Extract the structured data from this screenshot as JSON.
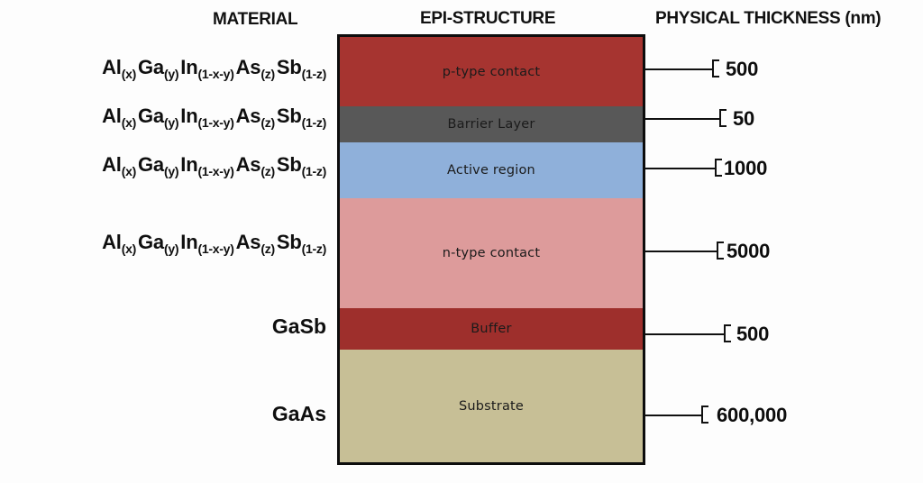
{
  "headers": {
    "material": "MATERIAL",
    "epi_structure": "EPI-STRUCTURE",
    "physical_thickness": "PHYSICAL THICKNESS (nm)"
  },
  "colors": {
    "p_type_contact": "#a63430",
    "barrier_layer": "#585858",
    "active_region": "#8fb0da",
    "n_type_contact": "#dd9b9b",
    "buffer": "#9e2f2c",
    "substrate": "#c7bf96",
    "outline": "#0d0d0d",
    "text": "#111111"
  },
  "alloy_formula": {
    "plain": "Al(x)Ga(y)In(1-x-y)As(z)Sb(1-z)",
    "parts": [
      {
        "element": "Al",
        "sub": "(x)"
      },
      {
        "element": "Ga",
        "sub": "(y)"
      },
      {
        "element": "In",
        "sub": "(1-x-y)"
      },
      {
        "element": "As",
        "sub": "(z)"
      },
      {
        "element": "Sb",
        "sub": "(1-z)"
      }
    ]
  },
  "layers": [
    {
      "id": "p-type-contact",
      "label": "p-type contact",
      "material_type": "alloy",
      "material_text": "Al(x)Ga(y)In(1-x-y)As(z)Sb(1-z)",
      "thickness": "500",
      "color": "#a63430"
    },
    {
      "id": "barrier-layer",
      "label": "Barrier Layer",
      "material_type": "alloy",
      "material_text": "Al(x)Ga(y)In(1-x-y)As(z)Sb(1-z)",
      "thickness": "50",
      "color": "#585858"
    },
    {
      "id": "active-region",
      "label": "Active region",
      "material_type": "alloy",
      "material_text": "Al(x)Ga(y)In(1-x-y)As(z)Sb(1-z)",
      "thickness": "1000",
      "color": "#8fb0da"
    },
    {
      "id": "n-type-contact",
      "label": "n-type contact",
      "material_type": "alloy",
      "material_text": "Al(x)Ga(y)In(1-x-y)As(z)Sb(1-z)",
      "thickness": "5000",
      "color": "#dd9b9b"
    },
    {
      "id": "buffer",
      "label": "Buffer",
      "material_type": "simple",
      "material_text": "GaSb",
      "thickness": "500",
      "color": "#9e2f2c"
    },
    {
      "id": "substrate",
      "label": "Substrate",
      "material_type": "simple",
      "material_text": "GaAs",
      "thickness": "600,000",
      "color": "#c7bf96"
    }
  ],
  "chart_data": {
    "type": "bar",
    "title": "EPI-STRUCTURE",
    "xlabel": "",
    "ylabel": "PHYSICAL THICKNESS (nm)",
    "categories": [
      "p-type contact",
      "Barrier Layer",
      "Active region",
      "n-type contact",
      "Buffer",
      "Substrate"
    ],
    "values": [
      500,
      50,
      1000,
      5000,
      500,
      600000
    ],
    "value_labels": [
      "500",
      "50",
      "1000",
      "5000",
      "500",
      "600,000"
    ],
    "materials": [
      "Al(x)Ga(y)In(1-x-y)As(z)Sb(1-z)",
      "Al(x)Ga(y)In(1-x-y)As(z)Sb(1-z)",
      "Al(x)Ga(y)In(1-x-y)As(z)Sb(1-z)",
      "Al(x)Ga(y)In(1-x-y)As(z)Sb(1-z)",
      "GaSb",
      "GaAs"
    ],
    "colors": [
      "#a63430",
      "#585858",
      "#8fb0da",
      "#dd9b9b",
      "#9e2f2c",
      "#c7bf96"
    ],
    "grid": false,
    "legend": "none",
    "note": "Vertical stacked cross-section diagram; band heights are schematic, not to scale with thickness values."
  }
}
